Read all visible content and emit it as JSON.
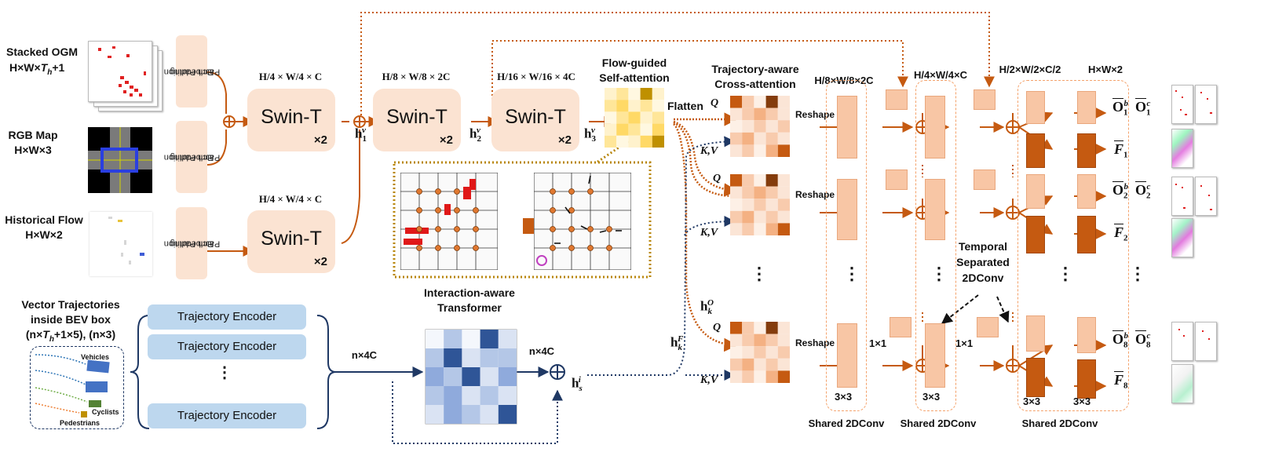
{
  "inputs": {
    "ogm_title": "Stacked OGM",
    "ogm_dim": "H×W×",
    "ogm_dim_sym": "T",
    "ogm_dim_sub": "h",
    "ogm_dim_end": "+1",
    "rgb_title": "RGB Map",
    "rgb_dim": "H×W×3",
    "flow_title": "Historical Flow",
    "flow_dim": "H×W×2"
  },
  "patch_embed": [
    "Patch Partition",
    "Embedding"
  ],
  "swin": {
    "label": "Swin-T",
    "mult": "×2"
  },
  "dims": {
    "d1": "H/4 × W/4 × C",
    "d1b": "H/4 × W/4 × C",
    "d2": "H/8 × W/8 × 2C",
    "d3": "H/16 × W/16 × 4C",
    "dec1": "H/8×W/8×2C",
    "dec2": "H/4×W/4×C",
    "dec3": "H/2×W/2×C/2",
    "dec4": "H×W×2"
  },
  "hidden": {
    "h": "h",
    "v": "v",
    "n1": "1",
    "n2": "2",
    "n3": "3",
    "s": "s",
    "i": "i",
    "k": "k",
    "O": "O",
    "F": "F"
  },
  "attention": {
    "flow_title_1": "Flow-guided",
    "flow_title_2": "Self-attention",
    "traj_title_1": "Trajectory-aware",
    "traj_title_2": "Cross-attention",
    "flatten": "Flatten",
    "Q": "Q",
    "KV": "K,V",
    "reshape": "Reshape"
  },
  "trajectory": {
    "title_1": "Vector Trajectories",
    "title_2": "inside BEV box",
    "title_3": "(n×",
    "title_3_sym": "T",
    "title_3_sub": "h",
    "title_3_end": "+1×5), (n×3)",
    "vehicles": "Vehicles",
    "cyclists": "Cyclists",
    "pedestrians": "Pedestrians",
    "encoder": "Trajectory Encoder",
    "dots": "⋮"
  },
  "interaction": {
    "title_1": "Interaction-aware",
    "title_2": "Transformer",
    "n4c_1": "n×4C",
    "n4c_2": "n×4C"
  },
  "decoder": {
    "conv1x1": "1×1",
    "conv3x3": "3×3",
    "shared": "Shared 2DConv",
    "temporal_1": "Temporal",
    "temporal_2": "Separated",
    "temporal_3": "2DConv",
    "dots": "⋮"
  },
  "outputs": {
    "O": "O",
    "F": "F",
    "b": "b",
    "c": "c",
    "t1": "1",
    "t2": "2",
    "t8": "8"
  },
  "colors": {
    "orange": "#c55a11",
    "orange_light": "#f8c6a5",
    "swin_fill": "#fbe3d2",
    "navy": "#1f3864",
    "encoder_fill": "#bdd7ee",
    "gold_dash": "#b8860b",
    "attn_dark": "#843c0c",
    "blue_dark": "#2f5597"
  }
}
